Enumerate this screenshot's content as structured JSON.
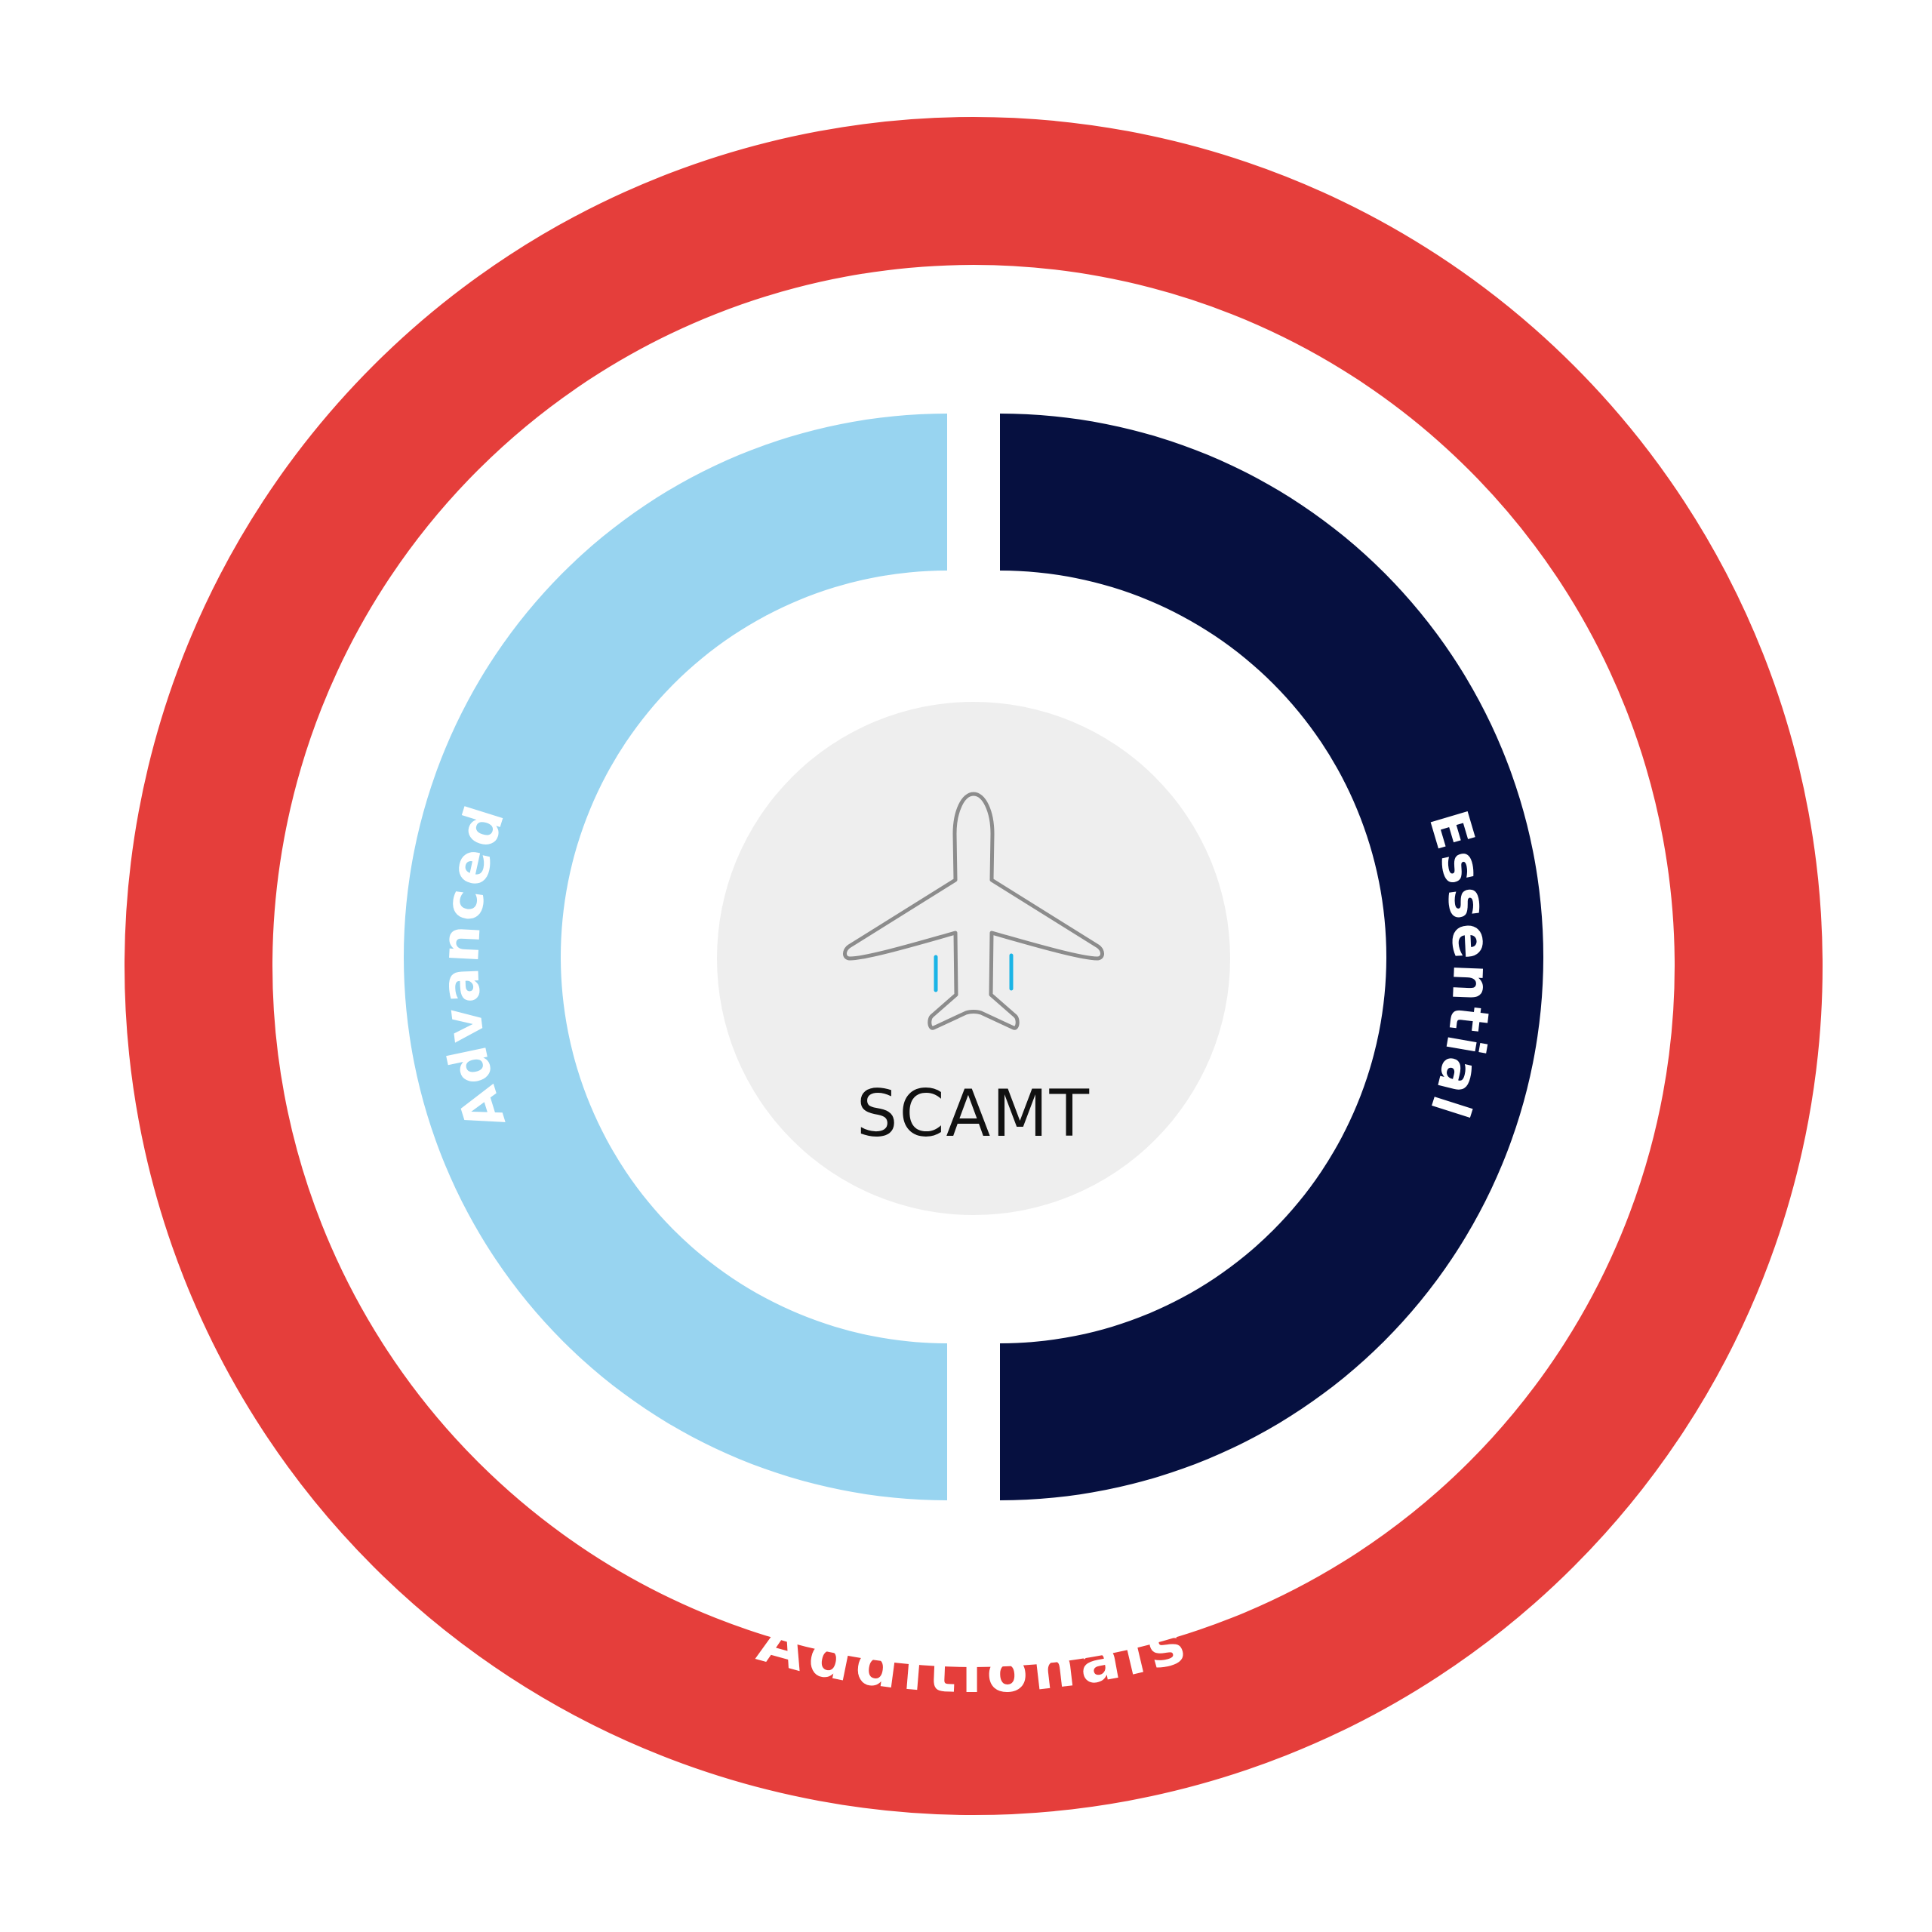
{
  "center": {
    "label": "SCAMT",
    "icon": "airplane-icon"
  },
  "rings": {
    "outer": {
      "label": "Additionals"
    },
    "left": {
      "label": "Advanced"
    },
    "right": {
      "label": "Essential"
    }
  },
  "colors": {
    "outer_ring": "#e53e3b",
    "left_arc": "#98d4f0",
    "right_arc": "#061040",
    "center_disc": "#eeeeee",
    "icon_stroke": "#8c8c8c",
    "icon_accent": "#1ab4e6"
  }
}
